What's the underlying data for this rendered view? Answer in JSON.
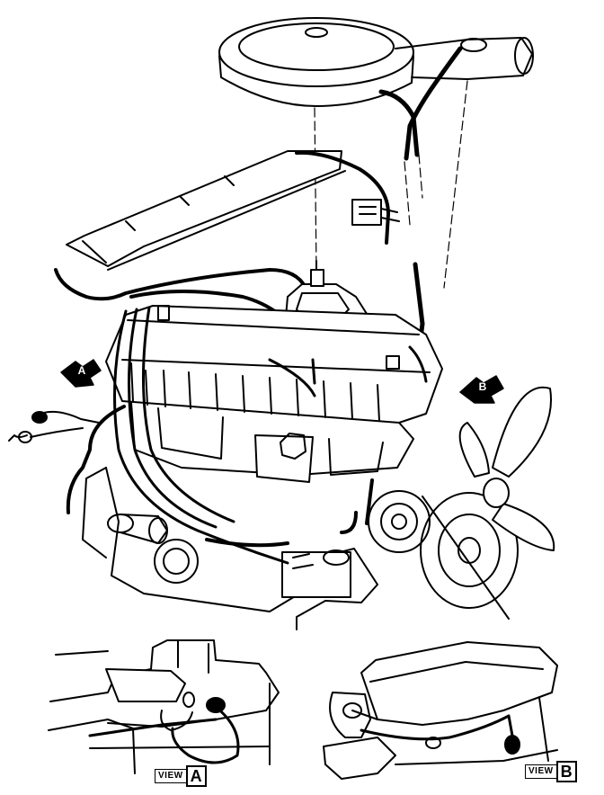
{
  "labels": {
    "view_word": "VIEW",
    "view_a_letter": "A",
    "view_b_letter": "B",
    "callout_a": "A",
    "callout_b": "B"
  },
  "colors": {
    "ink": "#000000",
    "paper": "#ffffff"
  }
}
